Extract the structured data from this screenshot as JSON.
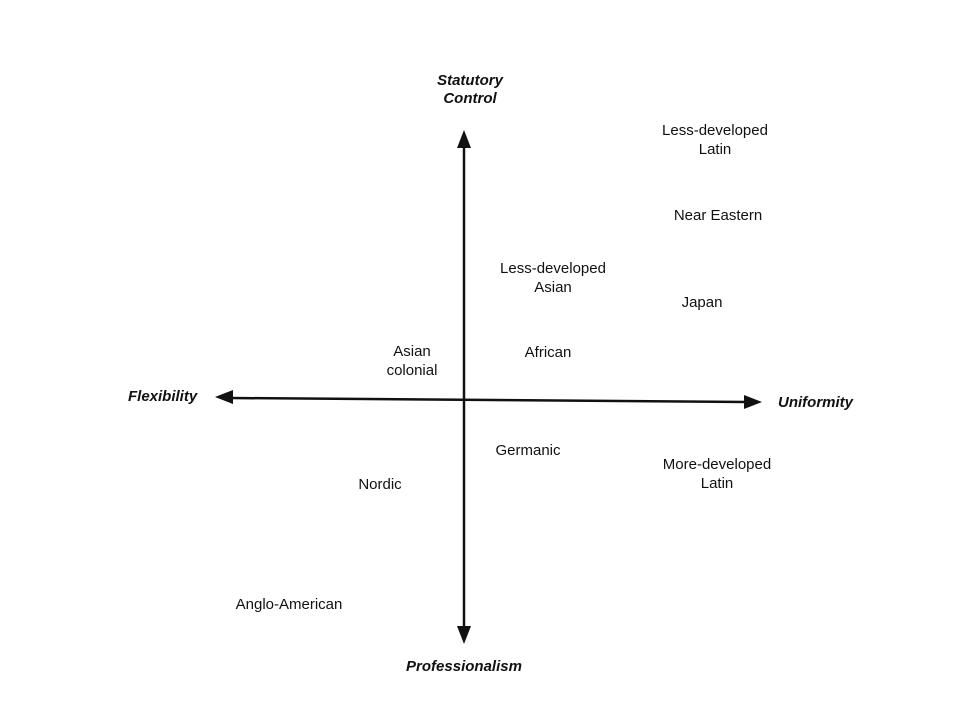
{
  "axes": {
    "top": [
      "Statutory",
      "Control"
    ],
    "bottom": "Professionalism",
    "left": "Flexibility",
    "right": "Uniformity"
  },
  "clusters": [
    {
      "id": "less-developed-latin",
      "lines": [
        "Less-developed",
        "Latin"
      ]
    },
    {
      "id": "near-eastern",
      "lines": [
        "Near Eastern"
      ]
    },
    {
      "id": "less-developed-asian",
      "lines": [
        "Less-developed",
        "Asian"
      ]
    },
    {
      "id": "japan",
      "lines": [
        "Japan"
      ]
    },
    {
      "id": "asian-colonial",
      "lines": [
        "Asian",
        "colonial"
      ]
    },
    {
      "id": "african",
      "lines": [
        "African"
      ]
    },
    {
      "id": "germanic",
      "lines": [
        "Germanic"
      ]
    },
    {
      "id": "more-developed-latin",
      "lines": [
        "More-developed",
        "Latin"
      ]
    },
    {
      "id": "nordic",
      "lines": [
        "Nordic"
      ]
    },
    {
      "id": "anglo-american",
      "lines": [
        "Anglo-American"
      ]
    }
  ],
  "colors": {
    "ink": "#111111",
    "background": "#ffffff"
  }
}
